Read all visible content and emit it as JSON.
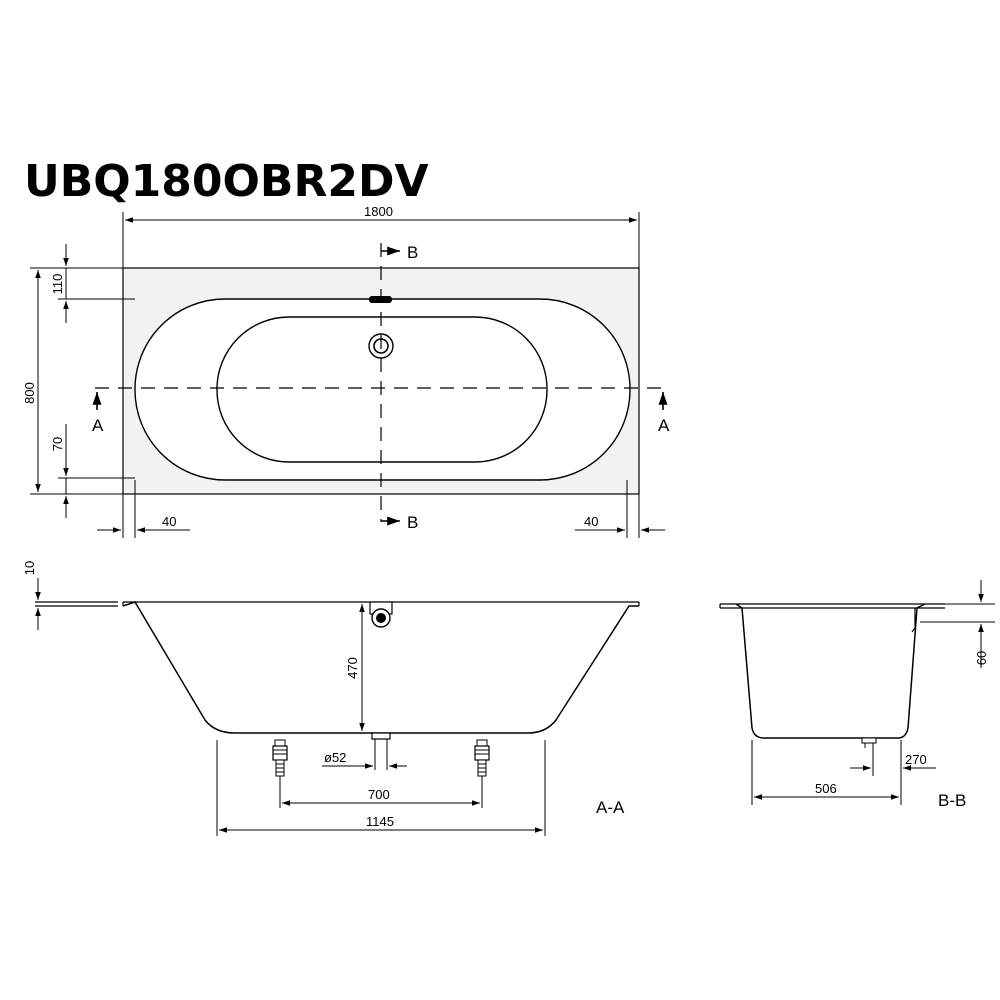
{
  "title": "UBQ180OBR2DV",
  "top_view": {
    "dim_length": "1800",
    "dim_width": "800",
    "dim_top_rim": "110",
    "dim_bottom_rim": "70",
    "dim_left_offset": "40",
    "dim_right_offset": "40",
    "section_a_left": "A",
    "section_a_right": "A",
    "section_b_top": "B",
    "section_b_bottom": "B"
  },
  "section_aa": {
    "dim_rim": "10",
    "dim_depth": "470",
    "dim_drain": "ø52",
    "dim_feet_spacing": "700",
    "dim_bottom_length": "1145",
    "label": "A-A"
  },
  "section_bb": {
    "dim_rim_height": "60",
    "dim_drain_offset": "270",
    "dim_bottom_width": "506",
    "label": "B-B"
  }
}
